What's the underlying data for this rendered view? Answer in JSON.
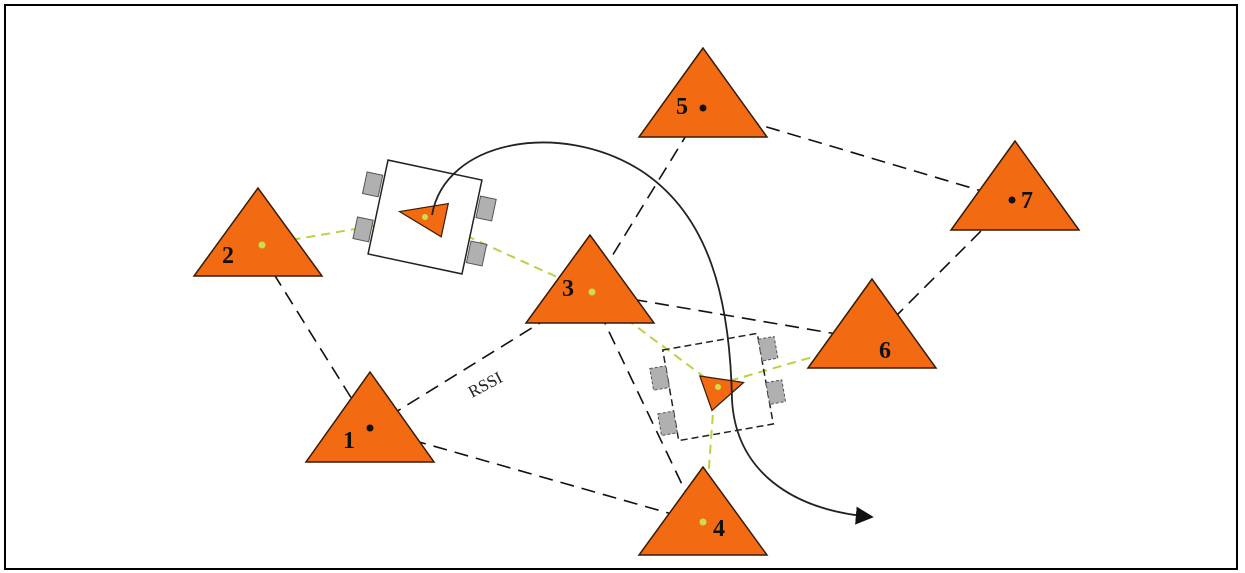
{
  "diagram": {
    "nodes": [
      {
        "id": "1",
        "label": "1"
      },
      {
        "id": "2",
        "label": "2"
      },
      {
        "id": "3",
        "label": "3"
      },
      {
        "id": "4",
        "label": "4"
      },
      {
        "id": "5",
        "label": "5"
      },
      {
        "id": "6",
        "label": "6"
      },
      {
        "id": "7",
        "label": "7"
      }
    ],
    "link_label": "RSSI",
    "colors": {
      "anchor_fill": "#F26A12",
      "anchor_stroke": "#3a1a05",
      "link": "#111111",
      "robot_path": "#b8d444",
      "trajectory": "#222222",
      "wheel": "#b0b0b0"
    },
    "icons": [
      "anchor-node-triangle",
      "mobile-robot",
      "trajectory-arrow"
    ]
  }
}
